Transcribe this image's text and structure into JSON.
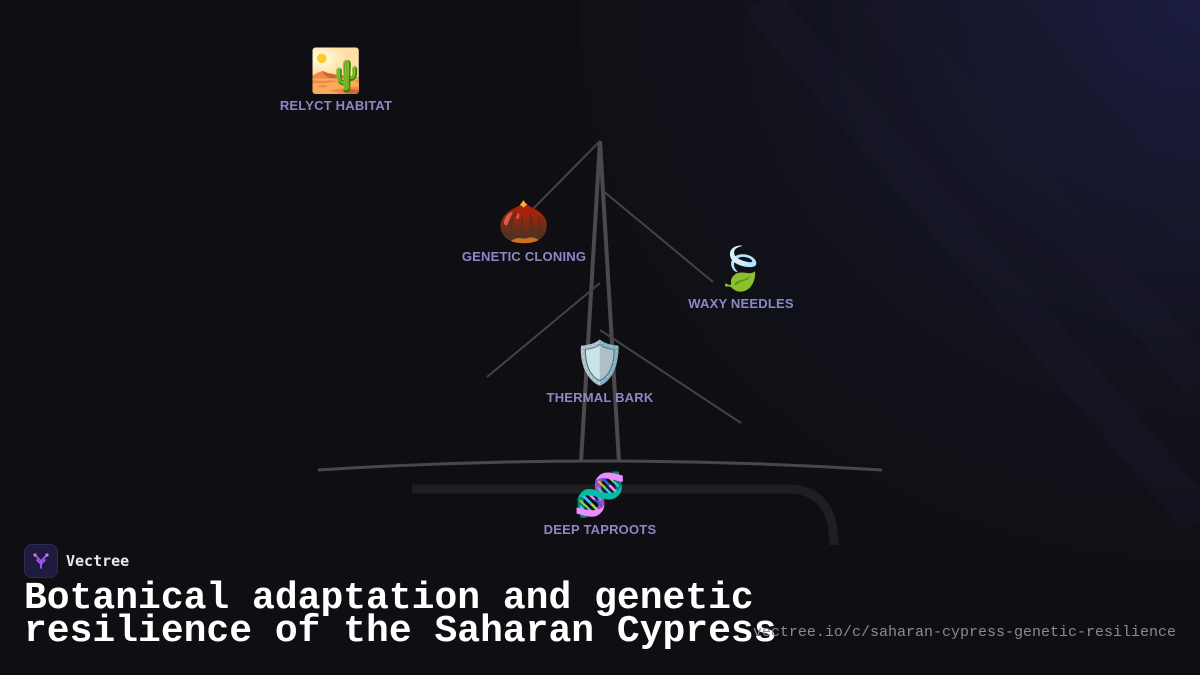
{
  "brand": {
    "name": "Vectree",
    "logo_icon": "vectree-tree-icon",
    "accent": "#a855f7"
  },
  "title": "Botanical adaptation and genetic resilience of the Saharan Cypress",
  "url": "vectree.io/c/saharan-cypress-genetic-resilience",
  "colors": {
    "background": "#0f0f13",
    "label": "#8c87c7",
    "branch": "#4a4a4e"
  },
  "nodes": [
    {
      "id": "relyct-habitat",
      "label": "RELYCT HABITAT",
      "icon": "🏜️",
      "icon_name": "desert-icon"
    },
    {
      "id": "genetic-cloning",
      "label": "GENETIC CLONING",
      "icon": "🌰",
      "icon_name": "chestnut-icon"
    },
    {
      "id": "waxy-needles",
      "label": "WAXY NEEDLES",
      "icon": "🍃",
      "icon_name": "leaf-wind-icon"
    },
    {
      "id": "thermal-bark",
      "label": "THERMAL BARK",
      "icon": "🛡️",
      "icon_name": "shield-icon"
    },
    {
      "id": "deep-taproots",
      "label": "DEEP TAPROOTS",
      "icon": "🧬",
      "icon_name": "dna-icon"
    }
  ]
}
